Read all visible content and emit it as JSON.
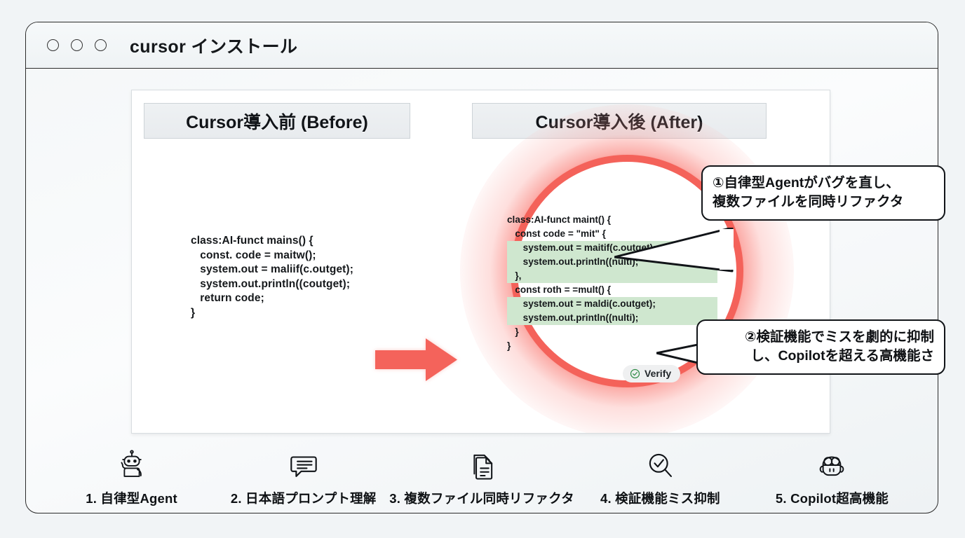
{
  "window": {
    "title": "cursor インストール",
    "traffic_lights": [
      "close-dot",
      "minimize-dot",
      "maximize-dot"
    ]
  },
  "panel": {
    "columns": [
      {
        "id": "before",
        "header": "Cursor導入前 (Before)"
      },
      {
        "id": "after",
        "header": "Cursor導入後 (After)"
      }
    ],
    "before_code": "class:AI-funct mains() {\n   const. code = maitw();\n   system.out = maliif(c.outget);\n   system.out.println((coutget);\n   return code;\n}",
    "after_code_lines": [
      {
        "text": "class:AI-funct maint() {",
        "highlight": false
      },
      {
        "text": "   const code = \"mit\" {",
        "highlight": false
      },
      {
        "text": "      system.out = maitif(c.outget);",
        "highlight": true
      },
      {
        "text": "      system.out.println((nulti);",
        "highlight": true
      },
      {
        "text": "   },",
        "highlight": true
      },
      {
        "text": "   const roth = =mult() {",
        "highlight": false
      },
      {
        "text": "      system.out = maldi(c.outget);",
        "highlight": true
      },
      {
        "text": "      system.out.println((nulti);",
        "highlight": true
      },
      {
        "text": "   }",
        "highlight": false
      },
      {
        "text": "}",
        "highlight": false
      }
    ],
    "verify_badge": {
      "label": "Verify",
      "icon": "check-circle-icon"
    },
    "arrow": {
      "icon": "right-arrow-icon",
      "color": "#f4635b"
    },
    "spotlight": {
      "ring_color": "#f4625a",
      "glow_color": "#f85c54"
    }
  },
  "callouts": [
    {
      "id": "callout-1",
      "lines": [
        "①自律型Agentがバグを直し、",
        "複数ファイルを同時リファクタ"
      ]
    },
    {
      "id": "callout-2",
      "lines": [
        "②検証機能でミスを劇的に抑制",
        "し、Copilotを超える高機能さ"
      ]
    }
  ],
  "features": [
    {
      "icon": "robot-icon",
      "label": "1. 自律型Agent"
    },
    {
      "icon": "chat-bubble-icon",
      "label": "2. 日本語プロンプト理解"
    },
    {
      "icon": "documents-icon",
      "label": "3. 複数ファイル同時リファクタ"
    },
    {
      "icon": "search-check-icon",
      "label": "4. 検証機能ミス抑制"
    },
    {
      "icon": "pilot-face-icon",
      "label": "5. Copilot超高機能"
    }
  ],
  "theme": {
    "accent_red": "#f4635b",
    "highlight_green": "#cfe7cf",
    "border_dark": "#2b2b2b",
    "page_bg": "#f1f4f6"
  }
}
